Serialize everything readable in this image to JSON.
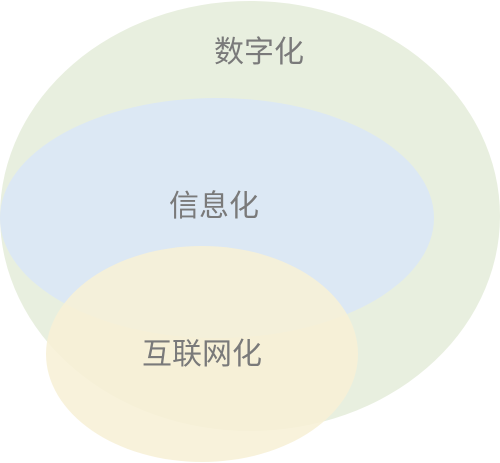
{
  "diagram": {
    "sets": [
      {
        "id": "digitalization",
        "label": "数字化",
        "color": "#e8efdf"
      },
      {
        "id": "informatization",
        "label": "信息化",
        "color": "#dce8f4"
      },
      {
        "id": "internetization",
        "label": "互联网化",
        "color": "#f7f0d6"
      }
    ]
  }
}
